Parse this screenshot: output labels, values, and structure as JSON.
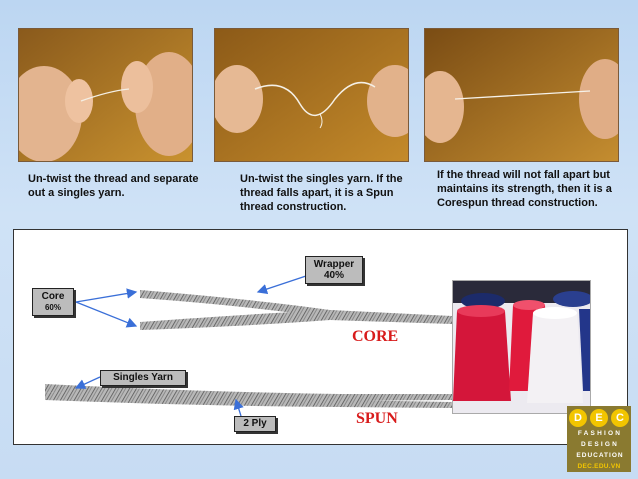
{
  "captions": {
    "step1": "Un-twist the thread and separate out a singles yarn.",
    "step2": "Un-twist the singles yarn. If the thread falls apart, it is a Spun thread construction.",
    "step3": "If the thread will not fall apart but maintains its strength, then it is a Corespun thread construction."
  },
  "diagram": {
    "wrapper_label": "Wrapper",
    "wrapper_pct": "40%",
    "core_label": "Core",
    "core_pct": "60%",
    "core_heading": "CORE",
    "singles_label": "Singles Yarn",
    "ply_label": "2 Ply",
    "spun_heading": "SPUN"
  },
  "logo": {
    "letter1": "D",
    "letter2": "E",
    "letter3": "C",
    "line1": "FASHION",
    "line2": "DESIGN",
    "line3": "EDUCATION",
    "url": "DEC.EDU.VN"
  },
  "colors": {
    "heading_red": "#d81b1b",
    "label_gray": "#bcbcbc",
    "arrow_blue": "#3a6fd8",
    "logo_gold": "#f2c500"
  }
}
